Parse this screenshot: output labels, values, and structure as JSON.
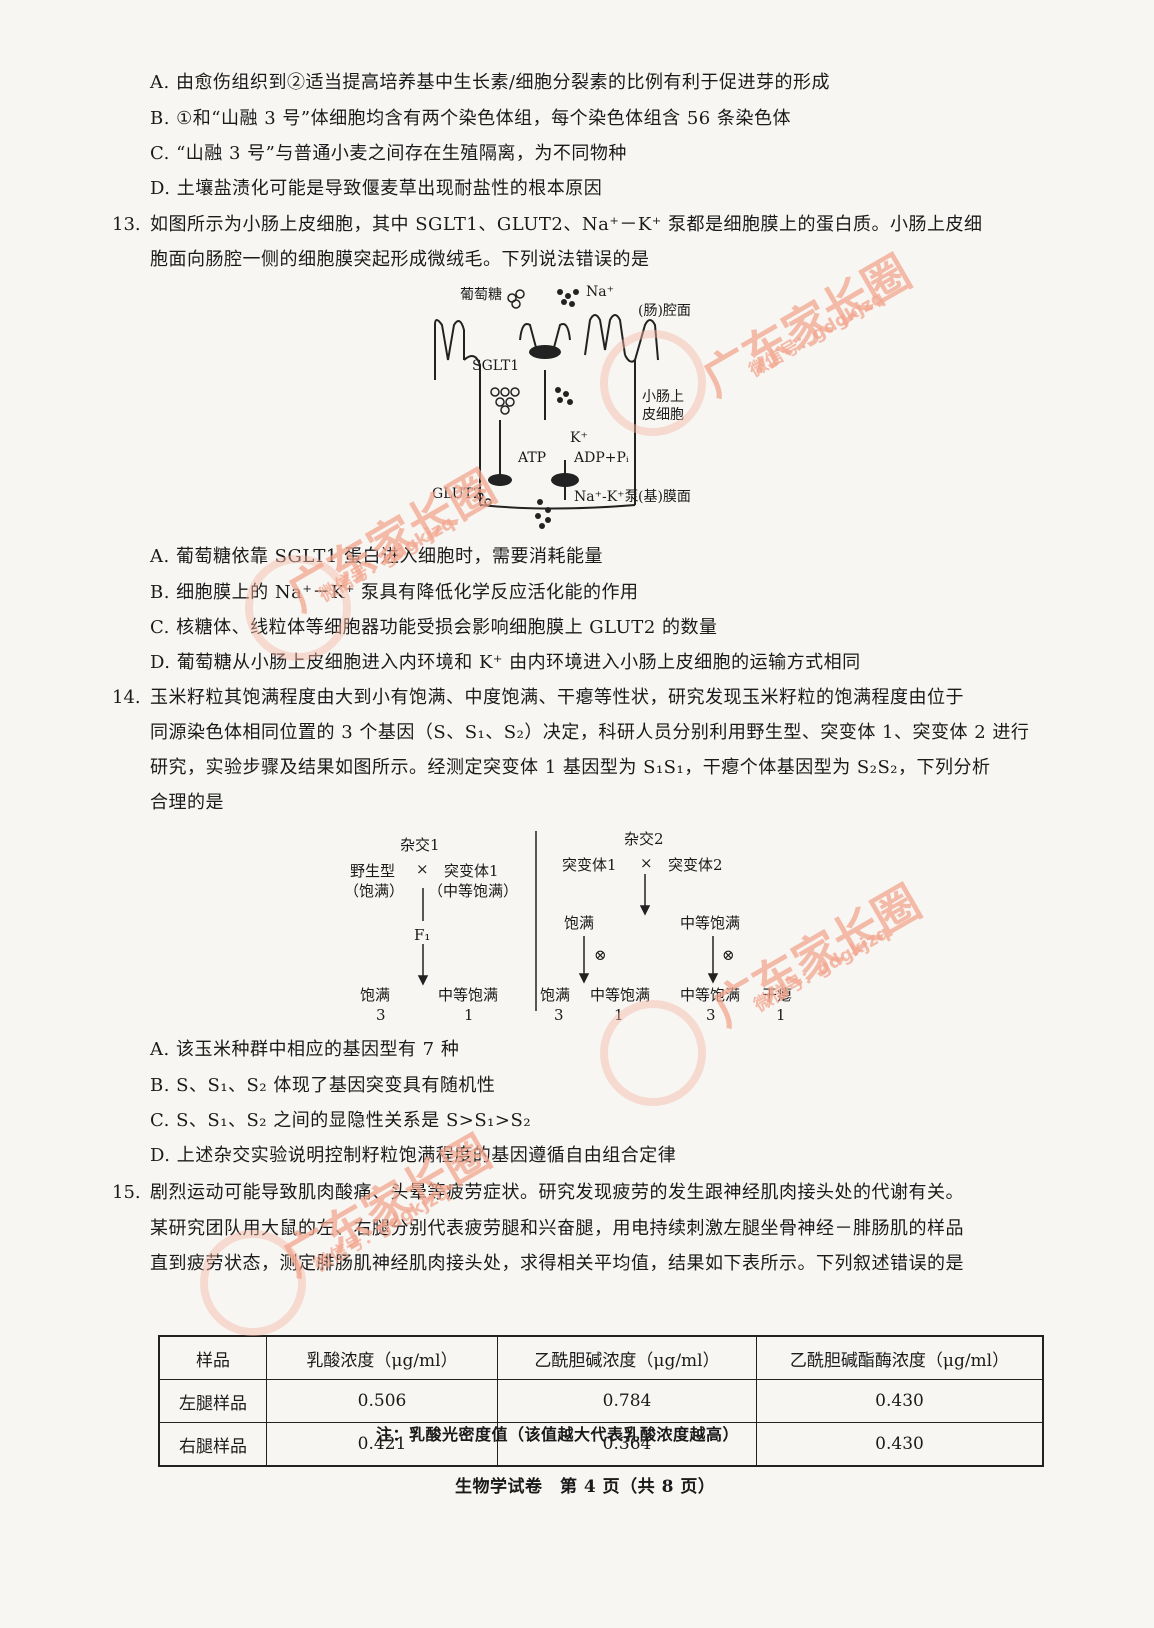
{
  "q12": {
    "options": [
      "A. 由愈伤组织到②适当提高培养基中生长素/细胞分裂素的比例有利于促进芽的形成",
      "B. ①和“山融 3 号”体细胞均含有两个染色体组，每个染色体组含 56 条染色体",
      "C. “山融 3 号”与普通小麦之间存在生殖隔离，为不同物种",
      "D. 土壤盐渍化可能是导致偃麦草出现耐盐性的根本原因"
    ]
  },
  "q13": {
    "number": "13.",
    "stem_line1": "如图所示为小肠上皮细胞，其中 SGLT1、GLUT2、Na⁺－K⁺ 泵都是细胞膜上的蛋白质。小肠上皮细",
    "stem_line2": "胞面向肠腔一侧的细胞膜突起形成微绒毛。下列说法错误的是",
    "diagram": {
      "glucose": "葡萄糖",
      "na": "Na⁺",
      "lumen": "(肠)腔面",
      "sglt1": "SGLT1",
      "cell_label_1": "小肠上",
      "cell_label_2": "皮细胞",
      "k": "K⁺",
      "atp": "ATP",
      "adp": "ADP+Pᵢ",
      "glut2": "GLUT2",
      "pump": "Na⁺-K⁺泵",
      "basal": "(基)膜面"
    },
    "options": [
      "A. 葡萄糖依靠 SGLT1 蛋白进入细胞时，需要消耗能量",
      "B. 细胞膜上的 Na⁺－K⁺ 泵具有降低化学反应活化能的作用",
      "C. 核糖体、线粒体等细胞器功能受损会影响细胞膜上 GLUT2 的数量",
      "D. 葡萄糖从小肠上皮细胞进入内环境和 K⁺ 由内环境进入小肠上皮细胞的运输方式相同"
    ]
  },
  "q14": {
    "number": "14.",
    "stem": [
      "玉米籽粒其饱满程度由大到小有饱满、中度饱满、干瘪等性状，研究发现玉米籽粒的饱满程度由位于",
      "同源染色体相同位置的 3 个基因（S、S₁、S₂）决定，科研人员分别利用野生型、突变体 1、突变体 2 进行",
      "研究，实验步骤及结果如图所示。经测定突变体 1 基因型为 S₁S₁，干瘪个体基因型为 S₂S₂，下列分析",
      "合理的是"
    ],
    "diagram": {
      "cross1": "杂交1",
      "cross2": "杂交2",
      "wild": "野生型",
      "wild_sub": "（饱满）",
      "times": "×",
      "mut1": "突变体1",
      "mut1_sub": "（中等饱满）",
      "f1": "F₁",
      "full": "饱满",
      "medium": "中等饱满",
      "dry": "干瘪",
      "self": "⊗",
      "r3": "3",
      "r1": "1",
      "mut2": "突变体2"
    },
    "options": [
      "A. 该玉米种群中相应的基因型有 7 种",
      "B. S、S₁、S₂ 体现了基因突变具有随机性",
      "C. S、S₁、S₂ 之间的显隐性关系是 S>S₁>S₂",
      "D. 上述杂交实验说明控制籽粒饱满程度的基因遵循自由组合定律"
    ]
  },
  "q15": {
    "number": "15.",
    "stem": [
      "剧烈运动可能导致肌肉酸痛、头晕等疲劳症状。研究发现疲劳的发生跟神经肌肉接头处的代谢有关。",
      "某研究团队用大鼠的左、右腿分别代表疲劳腿和兴奋腿，用电持续刺激左腿坐骨神经－腓肠肌的样品",
      "直到疲劳状态，测定腓肠肌神经肌肉接头处，求得相关平均值，结果如下表所示。下列叙述错误的是"
    ],
    "table": {
      "headers": [
        "样品",
        "乳酸浓度（μg/ml）",
        "乙酰胆碱浓度（μg/ml）",
        "乙酰胆碱酯酶浓度（μg/ml）"
      ],
      "rows": [
        [
          "左腿样品",
          "0.506",
          "0.784",
          "0.430"
        ],
        [
          "右腿样品",
          "0.421",
          "0.364",
          "0.430"
        ]
      ]
    },
    "note": "注：乳酸光密度值（该值越大代表乳酸浓度越高）"
  },
  "footer": "生物学试卷　第 4 页（共 8 页）",
  "watermark": {
    "title": "广东家长圈",
    "wechat": "微信号：gdgkjzq"
  }
}
